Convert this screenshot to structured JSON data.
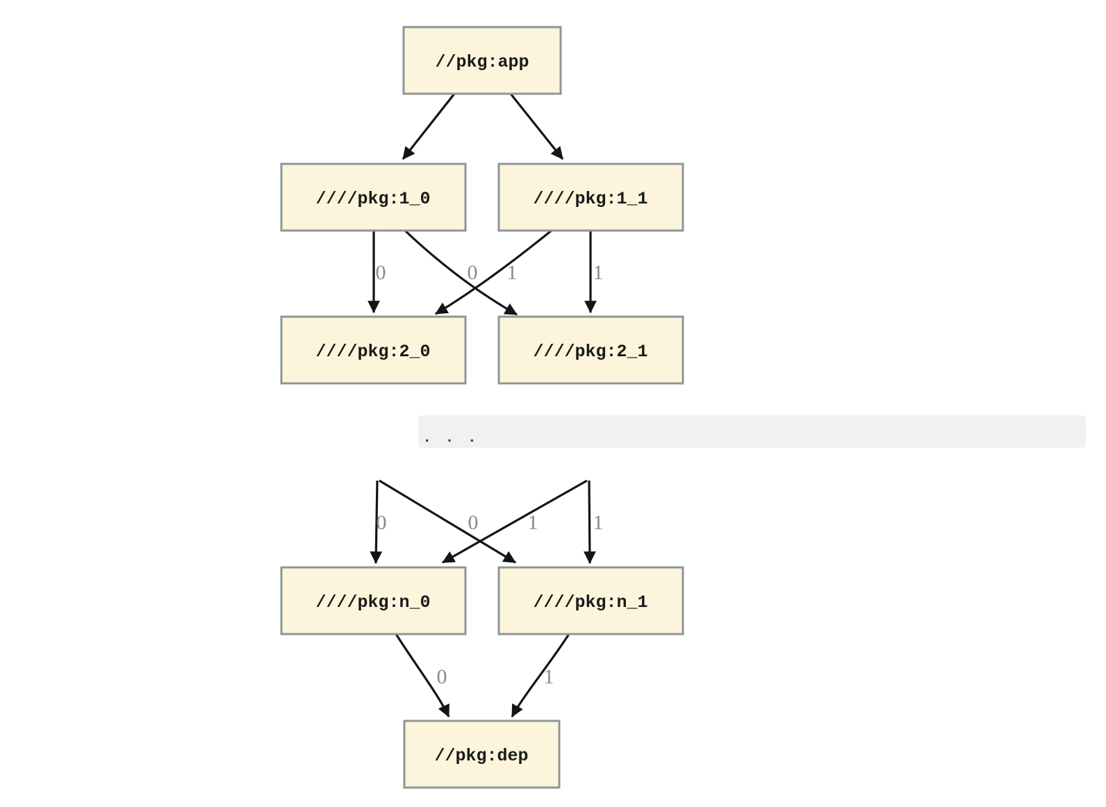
{
  "colors": {
    "background": "#FFFFFF",
    "node_fill": "#FCF5DB",
    "node_border": "#8E9696",
    "edge": "#141414",
    "edge_label": "#8A8A8A",
    "ellipsis_bar": "#F1F1F2",
    "dots": "#3F3F3F"
  },
  "nodes": {
    "app": "//pkg:app",
    "v1_0": "////pkg:1_0",
    "v1_1": "////pkg:1_1",
    "v2_0": "////pkg:2_0",
    "v2_1": "////pkg:2_1",
    "vn_0": "////pkg:n_0",
    "vn_1": "////pkg:n_1",
    "dep": "//pkg:dep"
  },
  "ellipsis": ". . .",
  "edge_labels": {
    "v1_0_v2_0": "0",
    "v1_1_v2_0": "0",
    "v1_0_v2_1": "1",
    "v1_1_v2_1": "1",
    "cont_vn_0_left": "0",
    "cont_vn_0_cross": "0",
    "cont_vn_1_cross": "1",
    "cont_vn_1_right": "1",
    "vn_0_dep": "0",
    "vn_1_dep": "1"
  },
  "graph_edges": [
    {
      "from": "//pkg:app",
      "to": "////pkg:1_0",
      "label": ""
    },
    {
      "from": "//pkg:app",
      "to": "////pkg:1_1",
      "label": ""
    },
    {
      "from": "////pkg:1_0",
      "to": "////pkg:2_0",
      "label": "0"
    },
    {
      "from": "////pkg:1_0",
      "to": "////pkg:2_1",
      "label": "1"
    },
    {
      "from": "////pkg:1_1",
      "to": "////pkg:2_0",
      "label": "0"
    },
    {
      "from": "////pkg:1_1",
      "to": "////pkg:2_1",
      "label": "1"
    },
    {
      "from": ". . .",
      "to": "////pkg:n_0",
      "label": "0"
    },
    {
      "from": ". . .",
      "to": "////pkg:n_1",
      "label": "1"
    },
    {
      "from": ". . .",
      "to": "////pkg:n_0",
      "label": "0"
    },
    {
      "from": ". . .",
      "to": "////pkg:n_1",
      "label": "1"
    },
    {
      "from": "////pkg:n_0",
      "to": "//pkg:dep",
      "label": "0"
    },
    {
      "from": "////pkg:n_1",
      "to": "//pkg:dep",
      "label": "1"
    }
  ]
}
